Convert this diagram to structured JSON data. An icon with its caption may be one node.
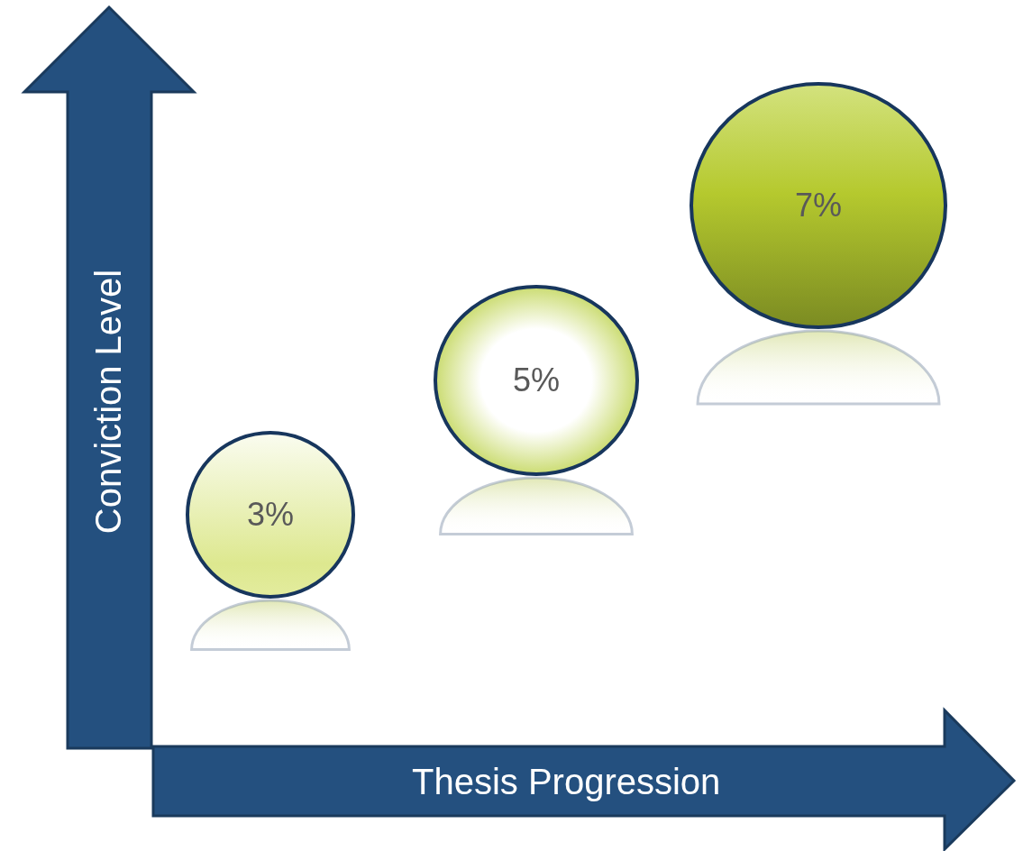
{
  "diagram": {
    "nodes": [
      {
        "text": [
          "3%"
        ]
      },
      {
        "text": [
          "5%"
        ]
      },
      {
        "text": [
          "7%"
        ]
      }
    ],
    "labels": [
      "Conviction Level",
      "Thesis Progression"
    ]
  }
}
